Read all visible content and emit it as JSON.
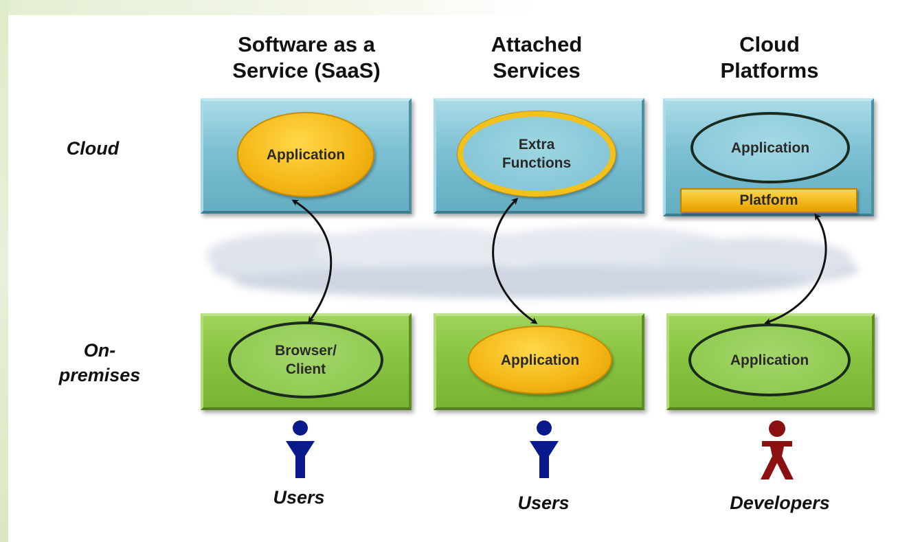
{
  "columns": [
    {
      "title_line1": "Software as a",
      "title_line2": "Service (SaaS)"
    },
    {
      "title_line1": "Attached",
      "title_line2": "Services"
    },
    {
      "title_line1": "Cloud",
      "title_line2": "Platforms"
    }
  ],
  "rows": {
    "cloud": {
      "label": "Cloud"
    },
    "on_premises": {
      "label_line1": "On-",
      "label_line2": "premises"
    }
  },
  "cloud_nodes": [
    {
      "line1": "Application",
      "line2": ""
    },
    {
      "line1": "Extra",
      "line2": "Functions"
    },
    {
      "line1": "Application",
      "line2": ""
    }
  ],
  "platform": {
    "label": "Platform"
  },
  "premises_nodes": [
    {
      "line1": "Browser/",
      "line2": "Client"
    },
    {
      "line1": "Application",
      "line2": ""
    },
    {
      "line1": "Application",
      "line2": ""
    }
  ],
  "actors": [
    {
      "label": "Users",
      "color": "#0a1a8c",
      "icon": "user-icon"
    },
    {
      "label": "Users",
      "color": "#0a1a8c",
      "icon": "user-icon"
    },
    {
      "label": "Developers",
      "color": "#8b1010",
      "icon": "developer-icon"
    }
  ],
  "colors": {
    "cloud_box": "#7cc0d3",
    "premises_box": "#86c23f",
    "gold": "#f5b818",
    "ring_dark": "#1a2b1e",
    "cloud_band": "#d7dde8"
  },
  "connector_icon": "double-headed-arrow-icon"
}
